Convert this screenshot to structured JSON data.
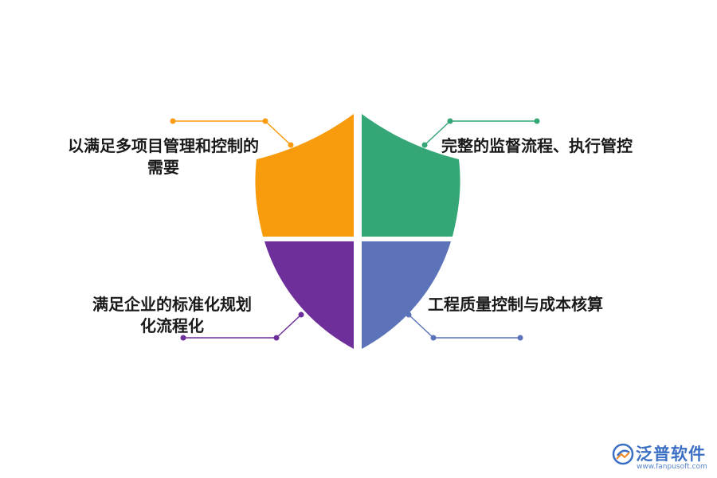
{
  "diagram": {
    "quadrants": [
      {
        "id": "top-left",
        "lines": [
          "以满足多项目管理和控制的",
          "需要"
        ],
        "color": "#f89b0c"
      },
      {
        "id": "top-right",
        "lines": [
          "完整的监督流程、执行管控"
        ],
        "color": "#35a776"
      },
      {
        "id": "bottom-left",
        "lines": [
          "满足企业的标准化规划",
          "化流程化"
        ],
        "color": "#6e2f9b"
      },
      {
        "id": "bottom-right",
        "lines": [
          "工程质量控制与成本核算"
        ],
        "color": "#5c73b9"
      }
    ]
  },
  "logo": {
    "name": "泛普软件",
    "url": "www.fanpusoft.com",
    "color": "#3b6fc4"
  }
}
